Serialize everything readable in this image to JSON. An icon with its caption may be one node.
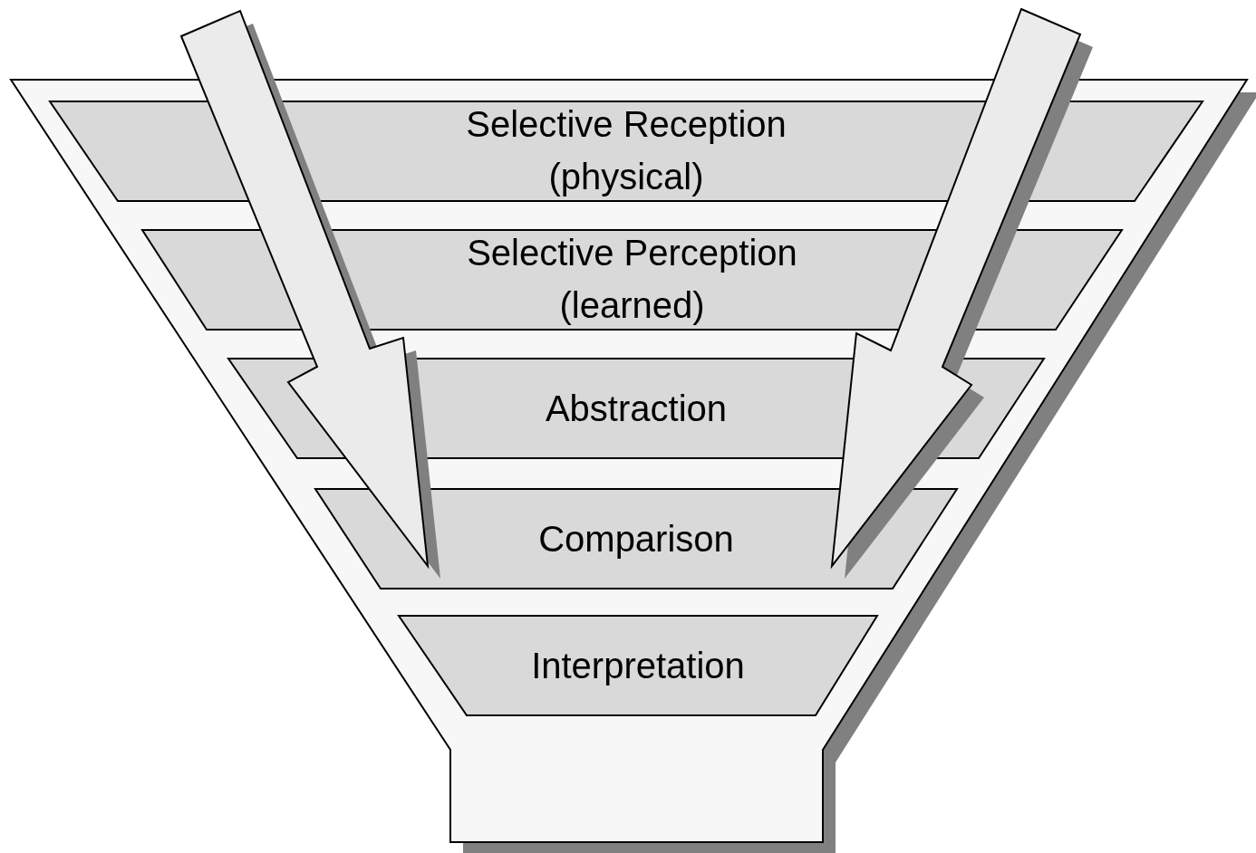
{
  "diagram": {
    "nodes": [
      {
        "text": [],
        "shape": "funnel"
      },
      {
        "text": [
          "Selective Reception (physical)"
        ],
        "in": 0
      },
      {
        "text": [
          "Selective Perception (learned)"
        ],
        "in": 0
      },
      {
        "text": [
          "Abstraction"
        ],
        "in": 0
      },
      {
        "text": [
          "Comparison"
        ],
        "in": 0
      },
      {
        "text": [
          "Interpretation"
        ],
        "in": 0
      }
    ],
    "edges": [
      {
        "from": null,
        "to": 4,
        "arrow": "to"
      },
      {
        "from": null,
        "to": 4,
        "arrow": "to"
      }
    ]
  }
}
